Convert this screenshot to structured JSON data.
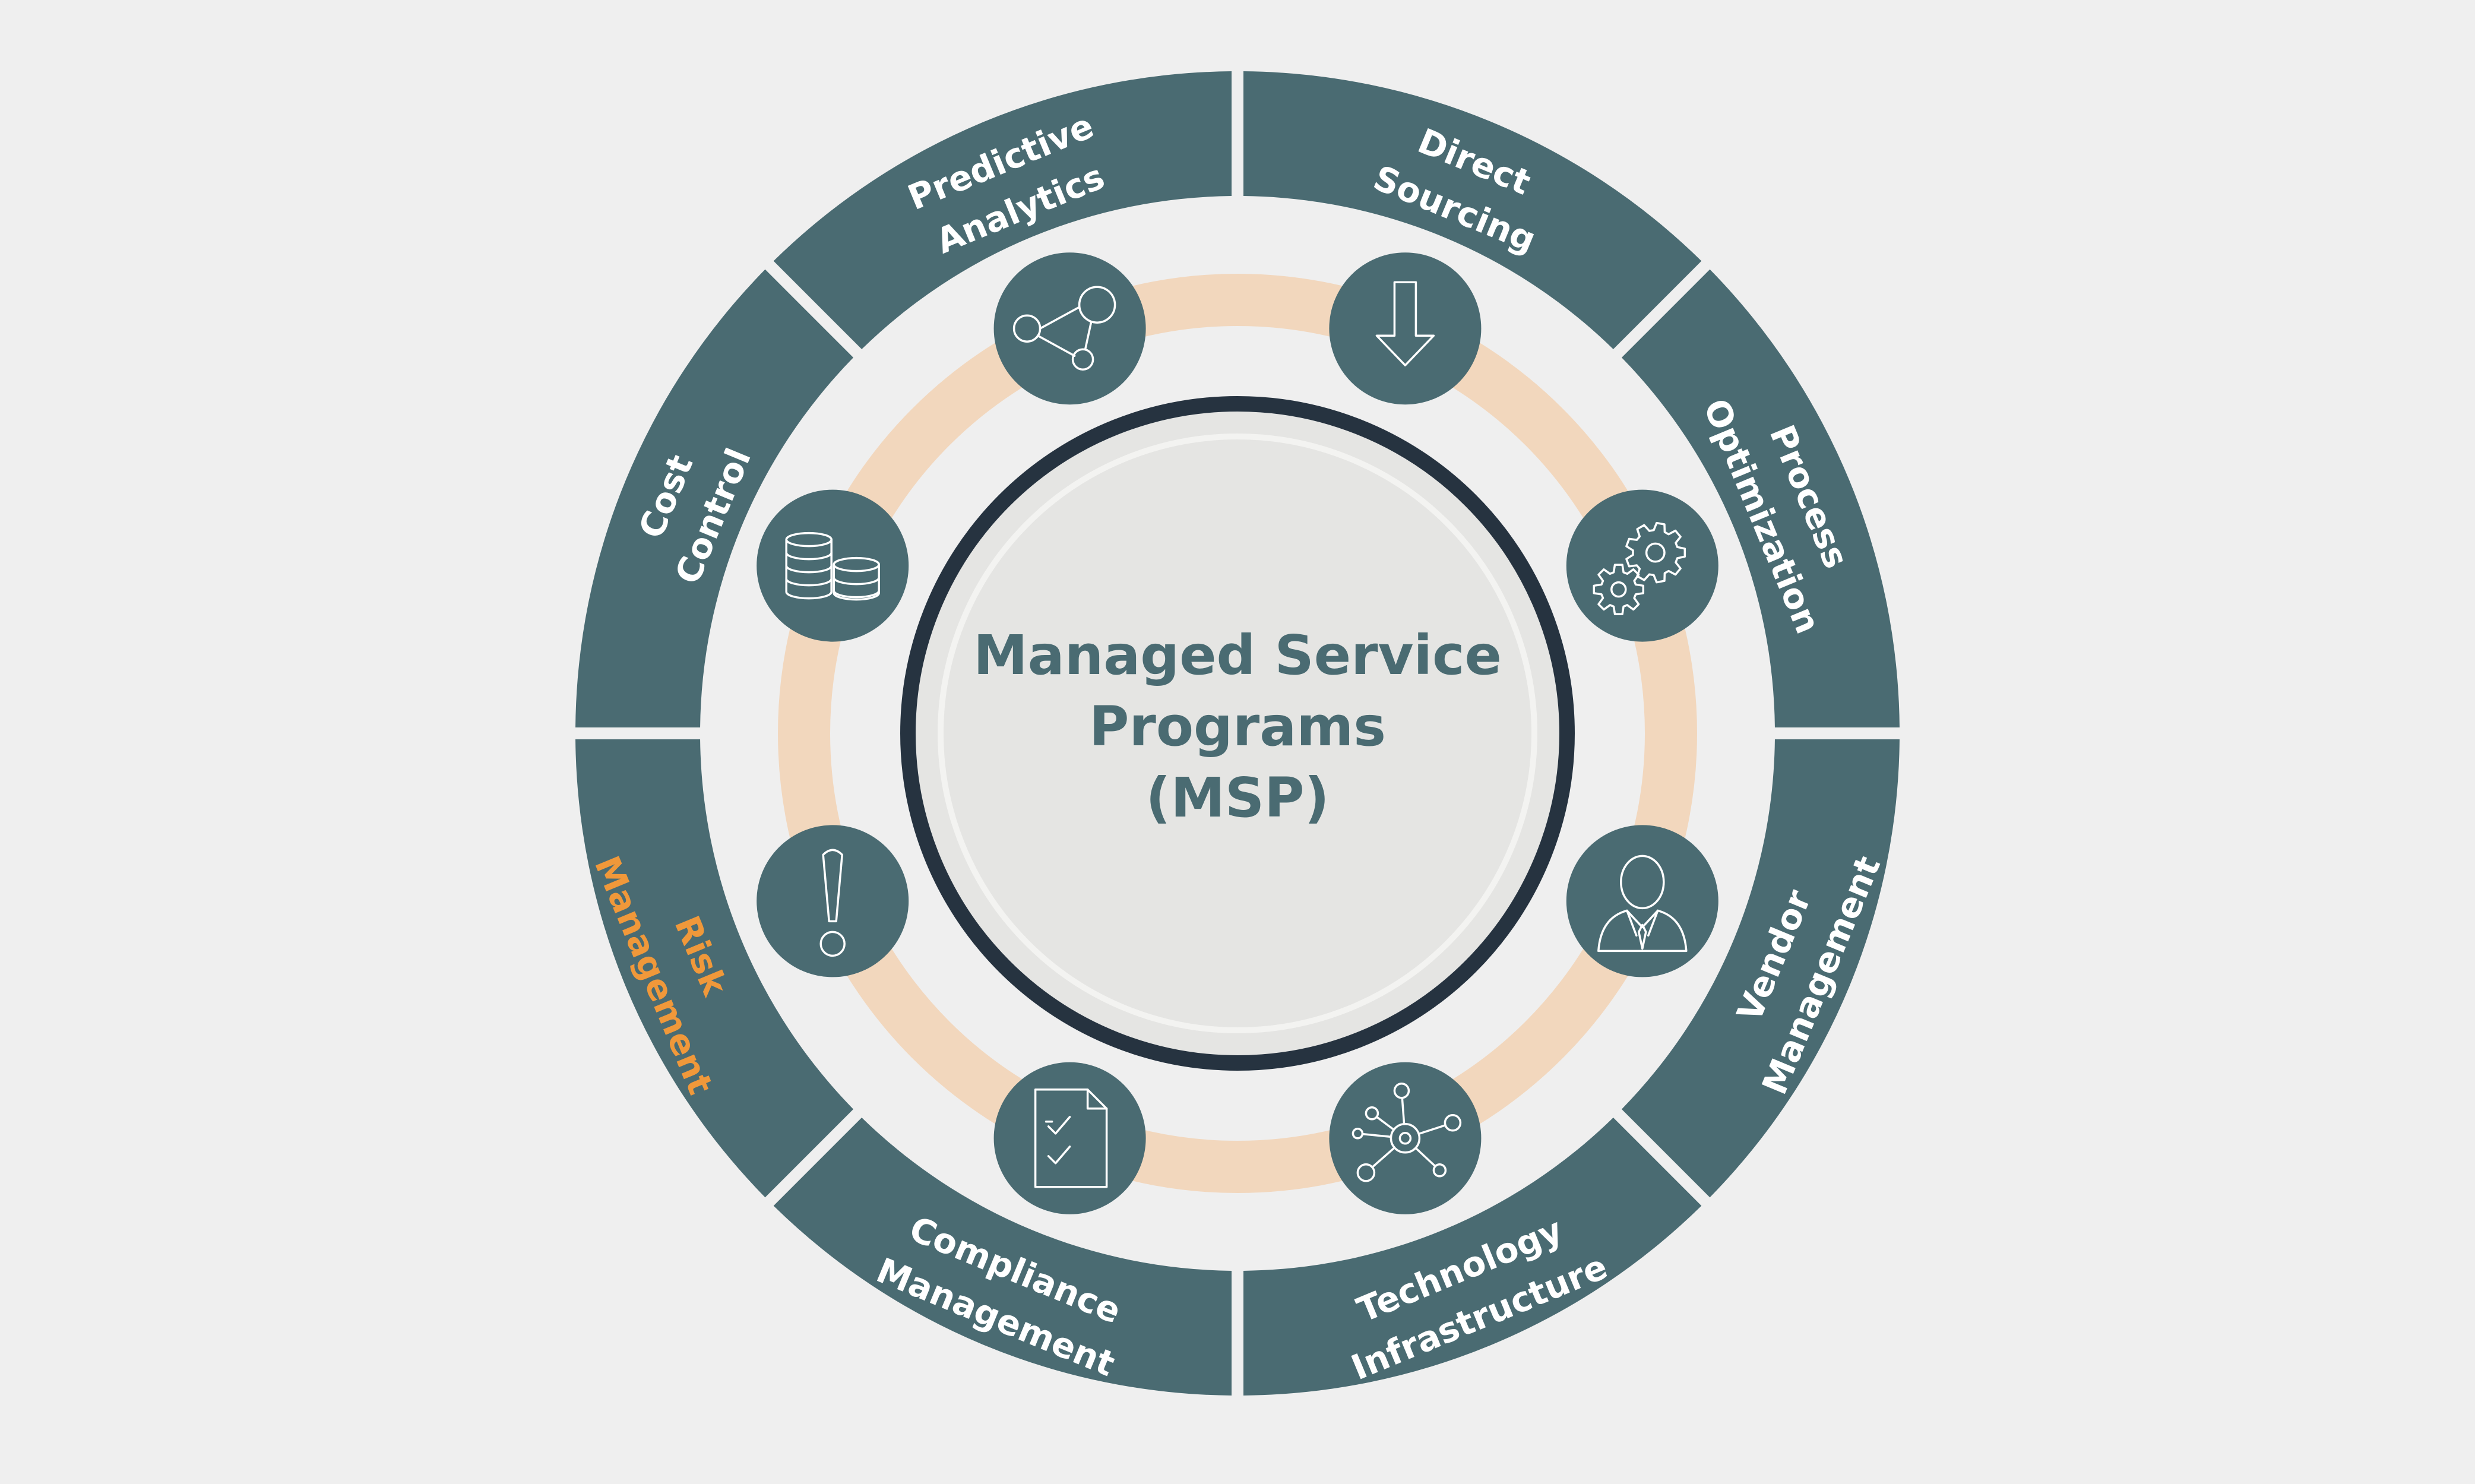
{
  "colors": {
    "background": "#efefef",
    "segment": "#4a6b72",
    "ring": "#f2d7bd",
    "center_fill": "#e5e5e3",
    "center_border": "#263340",
    "center_text": "#4a6b72",
    "label_text": "#ffffff",
    "highlight": "#f0983a",
    "icon_stroke": "#ffffff"
  },
  "center": {
    "line1": "Managed Service",
    "line2": "Programs",
    "line3": "(MSP)"
  },
  "segments": [
    {
      "id": "direct-sourcing",
      "line1": "Direct",
      "line2": "Sourcing",
      "icon": "download-arrow-icon",
      "highlight": false
    },
    {
      "id": "process-optimization",
      "line1": "Process",
      "line2": "Optimization",
      "icon": "gears-icon",
      "highlight": false
    },
    {
      "id": "vendor-management",
      "line1": "Vendor",
      "line2": "Management",
      "icon": "person-icon",
      "highlight": false
    },
    {
      "id": "technology-infrastructure",
      "line1": "Technology",
      "line2": "Infrastructure",
      "icon": "network-hub-icon",
      "highlight": false
    },
    {
      "id": "compliance-management",
      "line1": "Compliance",
      "line2": "Management",
      "icon": "checklist-document-icon",
      "highlight": false
    },
    {
      "id": "risk-management",
      "line1": "Risk",
      "line2": "Management",
      "icon": "exclamation-icon",
      "highlight": true
    },
    {
      "id": "cost-control",
      "line1": "Cost",
      "line2": "Control",
      "icon": "coin-stacks-icon",
      "highlight": false
    },
    {
      "id": "predictive-analytics",
      "line1": "Predictive",
      "line2": "Analytics",
      "icon": "node-graph-icon",
      "highlight": false
    }
  ]
}
